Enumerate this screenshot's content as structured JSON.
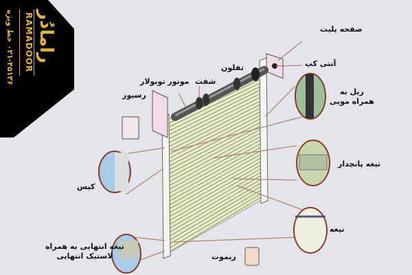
{
  "logo": {
    "brand_latin": "RAMADOOR",
    "brand_persian": "رامادُر",
    "phone": "۰۲۱-۴۵۱۳۶",
    "phone_label": "خط ویژه",
    "colors": {
      "background": "#000000",
      "text": "#e3b23c"
    }
  },
  "labels": {
    "plate": "صفحه پلیت",
    "anti_cap": "آنتی کپ",
    "teflon": "تفلون",
    "shaft": "شفت",
    "tubular_motor": "موتور توبولار",
    "receiver": "رسیور",
    "rail_line1": "ریل به",
    "rail_line2": "همراه مویی",
    "window_slat": "تیغه پانچدار",
    "slat": "تیغه",
    "box": "کپس",
    "end_slat_line1": "تیغه انتهایی به همراه",
    "end_slat_line2": "لاستیک انتهایی",
    "remote": "ریموت"
  },
  "colors": {
    "background": "#e4e5ea",
    "leader_line": "#b08070",
    "callout_border": "#8b3a2a",
    "shutter": "#e8ecc8"
  }
}
